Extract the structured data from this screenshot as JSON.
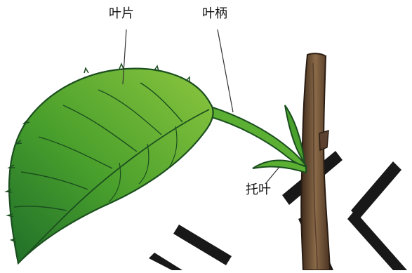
{
  "diagram": {
    "labels": {
      "blade": "叶片",
      "petiole": "叶柄",
      "stipule": "托叶"
    }
  },
  "colors": {
    "leaf_light": "#8cc63f",
    "leaf_mid": "#4aa02c",
    "leaf_dark": "#1f6e2a",
    "stem": "#7a5a3c",
    "stem_dark": "#3e2a1c",
    "watermark": "#000000"
  },
  "icons": {
    "leaf": "leaf-illustration",
    "stem": "branch-illustration"
  }
}
